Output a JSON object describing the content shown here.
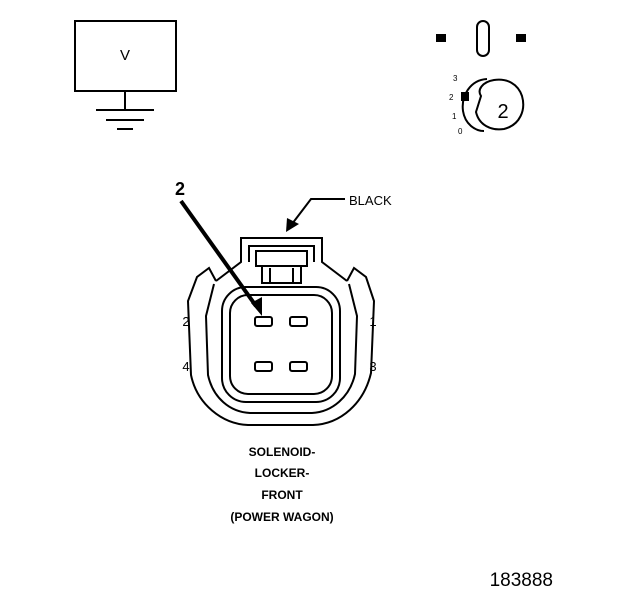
{
  "meter": {
    "label": "V"
  },
  "selector": {
    "positions": [
      "3",
      "2",
      "1",
      "0"
    ],
    "setting": "2"
  },
  "connector": {
    "callout_number": "2",
    "color_label": "BLACK",
    "pins": {
      "p1": "1",
      "p2": "2",
      "p3": "3",
      "p4": "4"
    },
    "name_lines": [
      "SOLENOID-",
      "LOCKER-",
      "FRONT",
      "(POWER WAGON)"
    ]
  },
  "figure_number": "183888"
}
